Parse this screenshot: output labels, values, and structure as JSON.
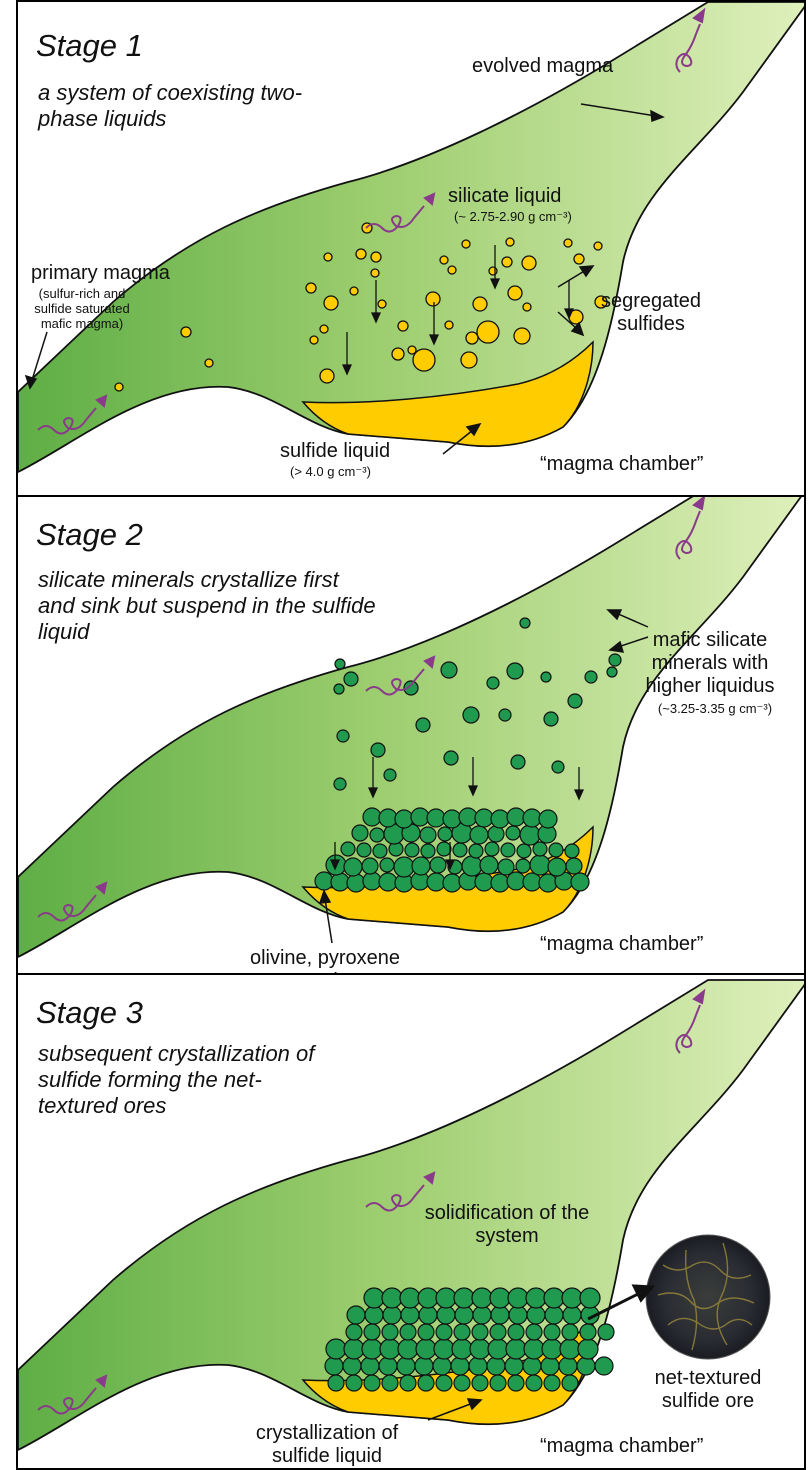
{
  "stage1": {
    "title": "Stage 1",
    "subtitle": "a system of coexisting two-phase liquids",
    "evolved_magma": "evolved magma",
    "silicate_liquid": "silicate liquid",
    "silicate_density": "(~ 2.75-2.90 g cm⁻³)",
    "primary_magma": "primary magma",
    "primary_desc": "(sulfur-rich and sulfide saturated mafic magma)",
    "segregated_sulfides": "segregated sulfides",
    "sulfide_liquid": "sulfide liquid",
    "sulfide_density": "(> 4.0 g cm⁻³)",
    "chamber": "“magma chamber”"
  },
  "stage2": {
    "title": "Stage 2",
    "subtitle": "silicate minerals crystallize first and sink but suspend in the sulfide liquid",
    "mafic_minerals": "mafic silicate minerals with higher liquidus",
    "mafic_density": "(~3.25-3.35 g cm⁻³)",
    "cumulate": "olivine, pyroxene cumulate",
    "chamber": "“magma chamber”"
  },
  "stage3": {
    "title": "Stage 3",
    "subtitle": "subsequent crystallization of sulfide forming the net-textured ores",
    "solidification": "solidification of the system",
    "net_textured": "net-textured sulfide ore",
    "crystallization": "crystallization of sulfide liquid",
    "chamber": "“magma chamber”"
  },
  "colors": {
    "magma_dark": "#5fae45",
    "magma_light": "#d6ebb0",
    "sulfide": "#ffcc00",
    "crystal": "#1f9a4e",
    "flow_symbol": "#8a3a8a"
  }
}
